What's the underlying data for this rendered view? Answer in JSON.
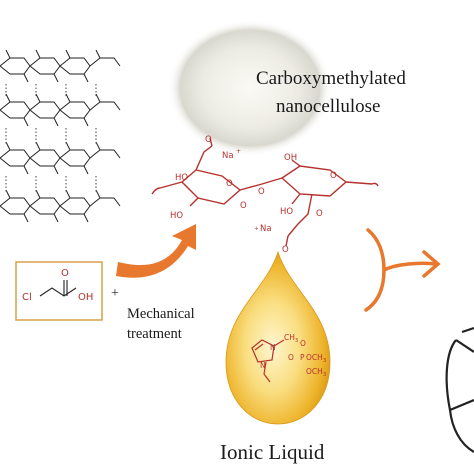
{
  "labels": {
    "product_line1": "Carboxymethylated",
    "product_line2": "nanocellulose",
    "plus_sign": "+",
    "treatment_line1": "Mechanical",
    "treatment_line2": "treatment",
    "ionic_liquid": "Ionic Liquid"
  },
  "reagent": {
    "cl": "Cl",
    "oh": "OH",
    "o": "O"
  },
  "cmc_structure": {
    "na_top": "Na",
    "na_top_charge": "+",
    "na_bottom": "Na",
    "na_bottom_charge": "+",
    "o_minus_top": "O",
    "o_minus_bottom": "O",
    "ho1": "HO",
    "ho2": "HO",
    "ho3": "HO",
    "oh1": "OH",
    "o_ring1": "O",
    "o_ring2": "O",
    "o_link1": "O",
    "o_link2": "O",
    "o_link3": "O"
  },
  "ionic_liquid_structure": {
    "n_plus": "N",
    "n": "N",
    "ch3": "CH",
    "ch3_sub": "3",
    "o_minus": "O",
    "p": "P",
    "o_dbl": "O",
    "och3_a": "OCH",
    "och3_a_sub": "3",
    "och3_b": "OCH",
    "och3_b_sub": "3"
  },
  "colors": {
    "accent_arrow": "#e8782d",
    "structure_red": "#b5322d",
    "reagent_box_border": "#d8a04a",
    "drop_light": "#fdf0b0",
    "drop_dark": "#e8a91c",
    "ink": "#1a1a1a"
  }
}
